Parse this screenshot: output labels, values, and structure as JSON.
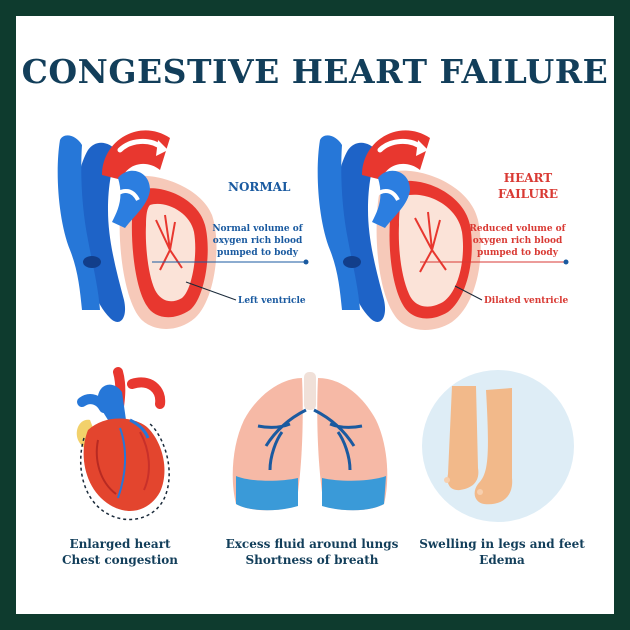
{
  "title": "CONGESTIVE HEART FAILURE",
  "normal": {
    "heading": "NORMAL",
    "note": "Normal volume of oxygen rich blood pumped to body",
    "pointer": "Left ventricle"
  },
  "failure": {
    "heading": "HEART FAILURE",
    "note": "Reduced volume of oxygen rich blood pumped to body",
    "pointer": "Dilated ventricle"
  },
  "symptoms": [
    {
      "line1": "Enlarged heart",
      "line2": "Chest congestion"
    },
    {
      "line1": "Excess fluid around lungs",
      "line2": "Shortness of breath"
    },
    {
      "line1": "Swelling in legs and feet",
      "line2": "Edema"
    }
  ],
  "colors": {
    "frame": "#0e3b2e",
    "title": "#123e5a",
    "normal": "#1a5aa0",
    "failure": "#d93a34"
  }
}
